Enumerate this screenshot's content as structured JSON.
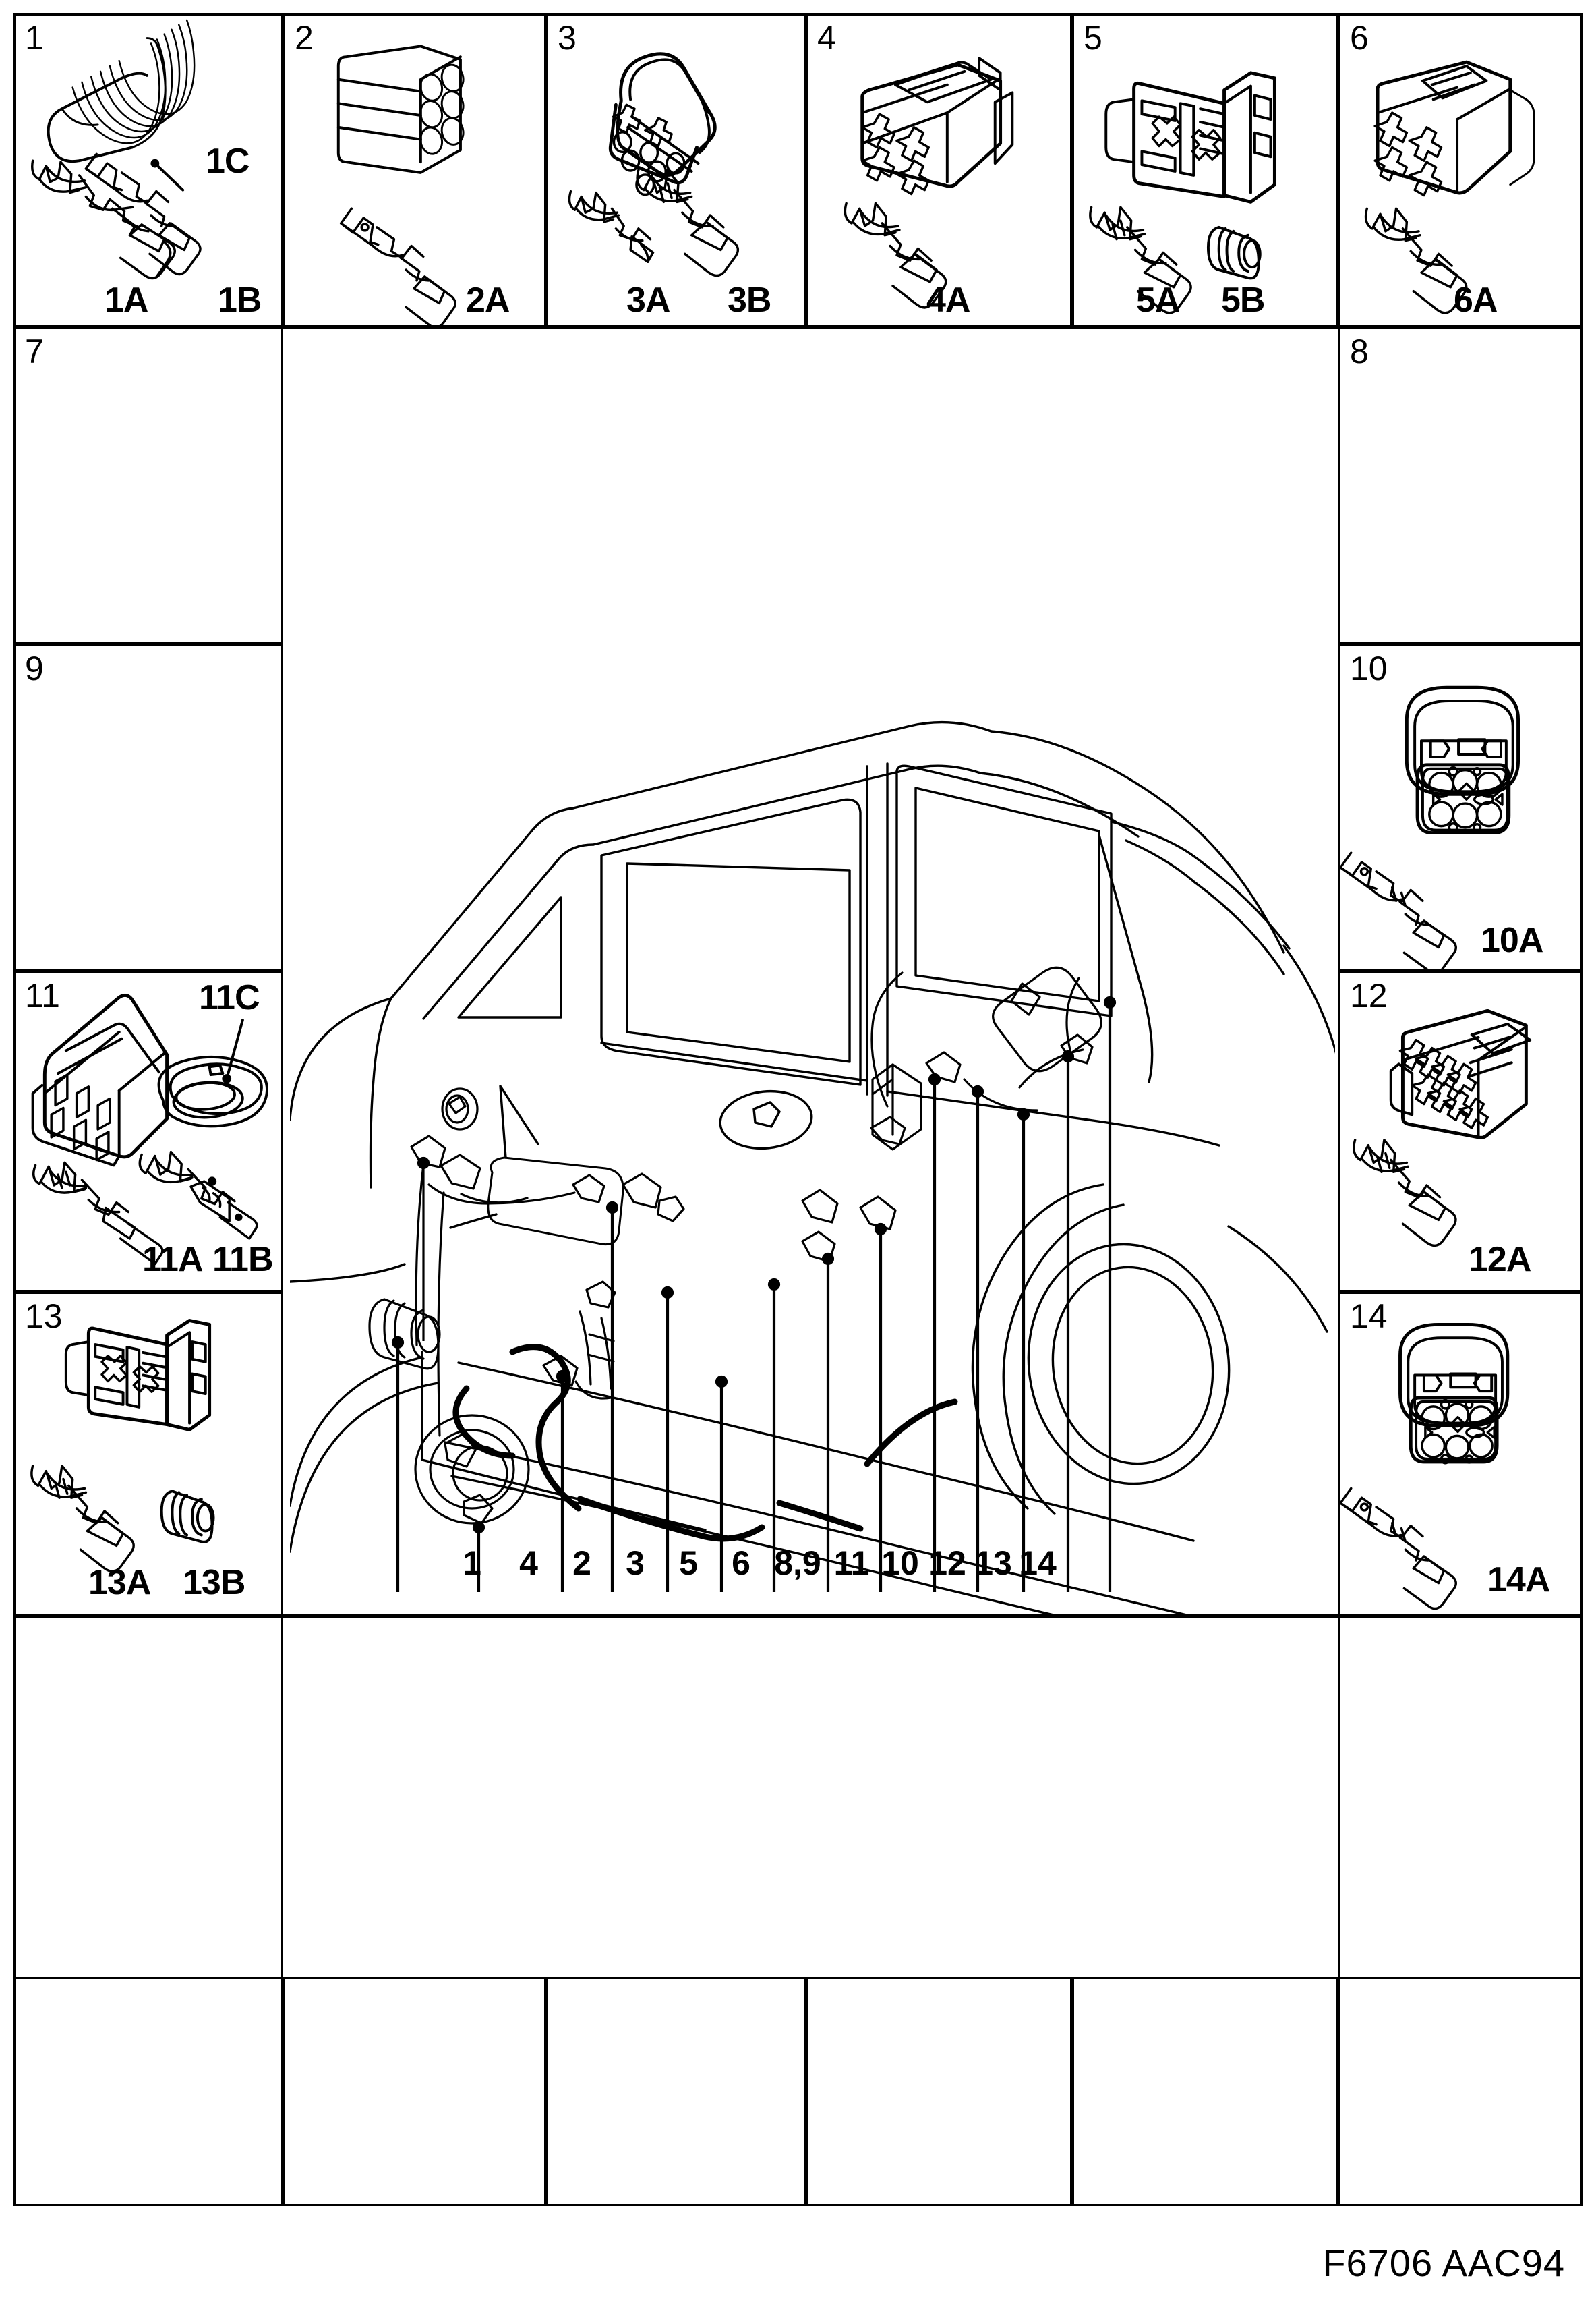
{
  "document": {
    "footer_code": "F6706 AAC94",
    "type": "automotive-wiring-connector-plate",
    "ink_color": "#000000",
    "background_color": "#ffffff"
  },
  "top_row": [
    {
      "number": "1",
      "labels": [
        "1C",
        "1A",
        "1B"
      ],
      "parts": [
        "corrugated-conduit-boot",
        "female-pin-terminal",
        "male-pin-terminal"
      ]
    },
    {
      "number": "2",
      "labels": [
        "2A"
      ],
      "parts": [
        "9-way-round-cavity-connector",
        "male-pin-terminal"
      ]
    },
    {
      "number": "3",
      "labels": [
        "3A",
        "3B"
      ],
      "parts": [
        "6-way-sealed-connector-housing",
        "small-blade-terminal",
        "large-blade-terminal"
      ]
    },
    {
      "number": "4",
      "labels": [
        "4A"
      ],
      "parts": [
        "4-way-connector-housing",
        "blade-terminal"
      ]
    },
    {
      "number": "5",
      "labels": [
        "5A",
        "5B"
      ],
      "parts": [
        "2-way-relay-style-connector",
        "blade-terminal",
        "wire-seal-grommet"
      ]
    },
    {
      "number": "6",
      "labels": [
        "6A"
      ],
      "parts": [
        "4-way-connector-housing",
        "blade-terminal"
      ]
    }
  ],
  "left_column": [
    {
      "number": "7",
      "labels": [],
      "parts": []
    },
    {
      "number": "9",
      "labels": [],
      "parts": []
    },
    {
      "number": "11",
      "labels": [
        "11C",
        "11A",
        "11B"
      ],
      "parts": [
        "4-way-connector-housing",
        "oval-seal-gasket",
        "pin-terminal",
        "locking-pin-terminal"
      ]
    },
    {
      "number": "13",
      "labels": [
        "13A",
        "13B"
      ],
      "parts": [
        "2-way-relay-style-connector",
        "blade-terminal",
        "wire-seal-grommet"
      ]
    }
  ],
  "right_column": [
    {
      "number": "8",
      "labels": [],
      "parts": []
    },
    {
      "number": "10",
      "labels": [
        "10A"
      ],
      "parts": [
        "6-way-round-sealed-connector",
        "pin-terminal"
      ]
    },
    {
      "number": "12",
      "labels": [
        "12A"
      ],
      "parts": [
        "9-way-rectangular-connector",
        "blade-terminal"
      ]
    },
    {
      "number": "14",
      "labels": [
        "14A"
      ],
      "parts": [
        "6-way-round-sealed-connector",
        "pin-terminal"
      ]
    }
  ],
  "bottom_row_cells": [
    "",
    "",
    "",
    "",
    "",
    ""
  ],
  "illustration": {
    "subject": "saab-900-5-door-hatchback-side-view-door-wiring-harness",
    "description": "Vehicle body side view with front and rear door wiring harness, connectors and grommets shown in place"
  },
  "callouts": {
    "items": [
      "1",
      "4",
      "2",
      "3",
      "5",
      "6",
      "8,9",
      "11",
      "10",
      "12",
      "13",
      "14"
    ],
    "positions_x": [
      698,
      782,
      861,
      940,
      1019,
      1097,
      1176,
      1256,
      1320,
      1390,
      1455,
      1520
    ]
  }
}
